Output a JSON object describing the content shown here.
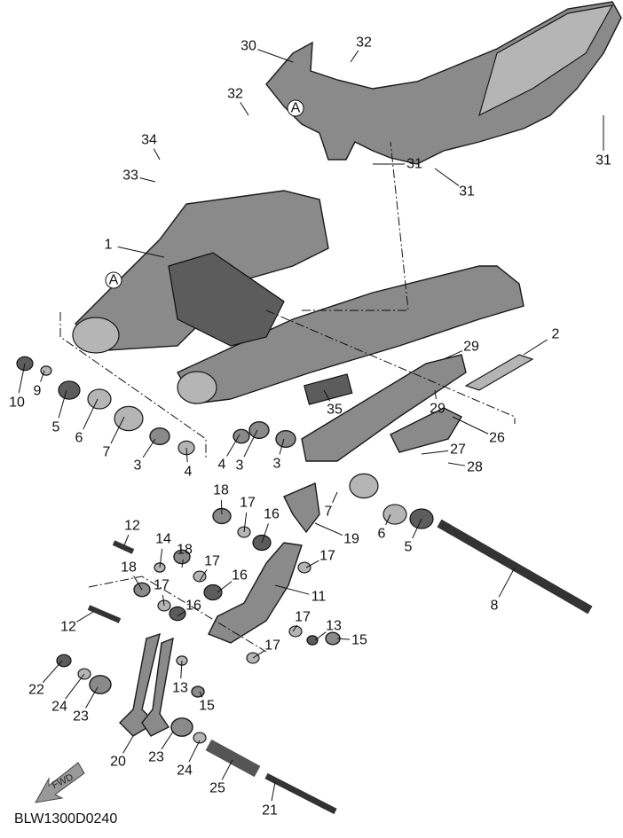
{
  "diagram": {
    "title": "Rear arm (swingarm) exploded parts diagram",
    "drawing_code": "BLW1300D0240",
    "fwd_label": "FWD",
    "reference_mark": "A",
    "callouts": [
      "30",
      "32",
      "32",
      "34",
      "33",
      "31",
      "31",
      "31",
      "1",
      "2",
      "29",
      "10",
      "9",
      "5",
      "6",
      "7",
      "3",
      "4",
      "4",
      "3",
      "3",
      "35",
      "29",
      "26",
      "27",
      "28",
      "18",
      "17",
      "16",
      "7",
      "19",
      "6",
      "5",
      "12",
      "14",
      "18",
      "17",
      "18",
      "17",
      "16",
      "16",
      "17",
      "11",
      "8",
      "12",
      "17",
      "13",
      "15",
      "17",
      "22",
      "24",
      "23",
      "13",
      "15",
      "20",
      "23",
      "24",
      "25",
      "21"
    ]
  }
}
